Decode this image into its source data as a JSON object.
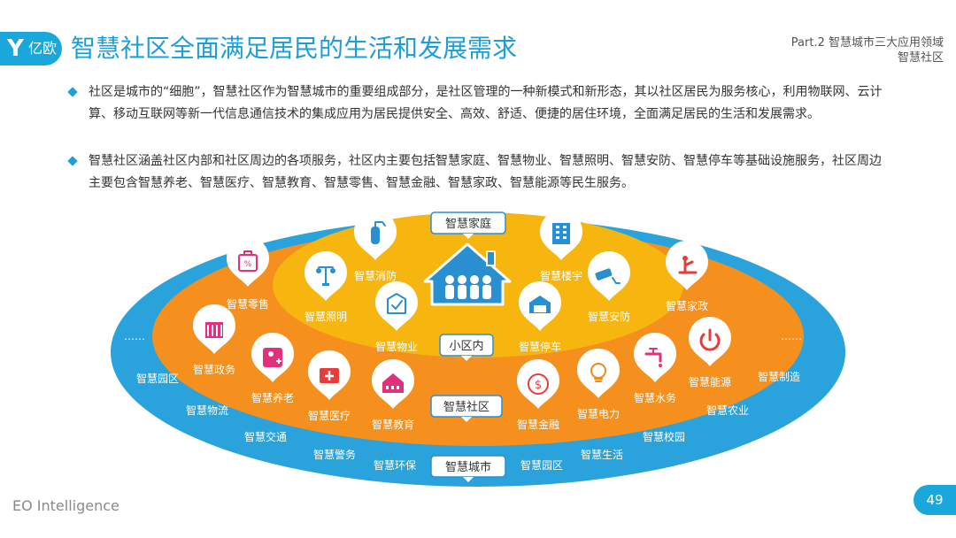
{
  "header": {
    "logo_glyph": "Y",
    "logo_text": "亿欧",
    "title": "智慧社区全面满足居民的生活和发展需求",
    "part": "Part.2 智慧城市三大应用领域",
    "subpart": "智慧社区"
  },
  "paragraphs": [
    "社区是城市的“细胞”，智慧社区作为智慧城市的重要组成部分，是社区管理的一种新模式和新形态，其以社区居民为服务核心，利用物联网、云计算、移动互联网等新一代信息通信技术的集成应用为居民提供安全、高效、舒适、便捷的居住环境，全面满足居民的生活和发展需求。",
    "智慧社区涵盖社区内部和社区周边的各项服务，社区内主要包括智慧家庭、智慧物业、智慧照明、智慧安防、智慧停车等基础设施服务，社区周边主要包含智慧养老、智慧医疗、智慧教育、智慧零售、智慧金融、智慧家政、智慧能源等民生服务。"
  ],
  "diagram": {
    "colors": {
      "outer": "#2aa3dc",
      "middle": "#f5901e",
      "inner": "#f6b60f",
      "pin": "#ffffff",
      "icon": "#2a8fd0",
      "pink": "#e2307a",
      "red": "#e83c3c",
      "orange": "#f08a1c"
    },
    "labels": {
      "home": "智慧家庭",
      "inner": "小区内",
      "community": "智慧社区",
      "city": "智慧城市",
      "ellipsis_left": "……",
      "ellipsis_right": "……"
    },
    "inner_items": [
      {
        "label": "智慧消防",
        "icon": "fire-extinguisher-icon"
      },
      {
        "label": "智慧照明",
        "icon": "street-lamp-icon"
      },
      {
        "label": "智慧物业",
        "icon": "checklist-icon"
      },
      {
        "label": "智慧楼宇",
        "icon": "building-icon"
      },
      {
        "label": "智慧安防",
        "icon": "camera-icon"
      },
      {
        "label": "智慧停车",
        "icon": "garage-icon"
      }
    ],
    "middle_items": [
      {
        "label": "智慧零售",
        "icon": "shopping-bag-icon"
      },
      {
        "label": "智慧政务",
        "icon": "government-icon"
      },
      {
        "label": "智慧养老",
        "icon": "elder-care-icon"
      },
      {
        "label": "智慧医疗",
        "icon": "medical-kit-icon"
      },
      {
        "label": "智慧教育",
        "icon": "school-icon"
      },
      {
        "label": "智慧金融",
        "icon": "money-icon"
      },
      {
        "label": "智慧电力",
        "icon": "light-bulb-icon"
      },
      {
        "label": "智慧水务",
        "icon": "faucet-icon"
      },
      {
        "label": "智慧能源",
        "icon": "power-icon"
      },
      {
        "label": "智慧家政",
        "icon": "cleaning-icon"
      }
    ],
    "outer_items": [
      "智慧园区",
      "智慧物流",
      "智慧交通",
      "智慧警务",
      "智慧环保",
      "智慧园区",
      "智慧生活",
      "智慧校园",
      "智慧农业",
      "智慧制造"
    ]
  },
  "footer": {
    "brand": "EO Intelligence",
    "page": "49"
  }
}
